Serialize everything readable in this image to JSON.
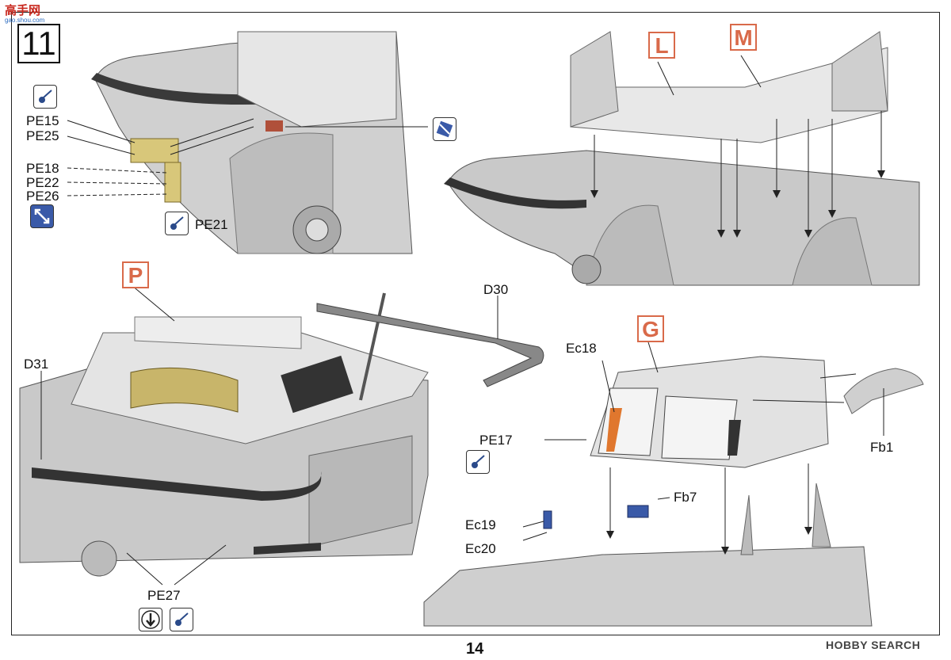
{
  "watermark_top": {
    "text": "高手网",
    "sub": "gao.shou.com"
  },
  "step_number": "11",
  "page_number": "14",
  "watermark_bottom": "HOBBY SEARCH",
  "assembly_tags": {
    "L": "L",
    "M": "M",
    "P": "P",
    "G": "G"
  },
  "parts": {
    "PE15": "PE15",
    "PE25": "PE25",
    "PE18": "PE18",
    "PE22": "PE22",
    "PE26": "PE26",
    "PE21": "PE21",
    "D30": "D30",
    "D31": "D31",
    "PE27": "PE27",
    "Ec18": "Ec18",
    "PE17": "PE17",
    "Ec19": "Ec19",
    "Ec20": "Ec20",
    "Fb7": "Fb7",
    "Fb1": "Fb1"
  },
  "icons": [
    "glue-icon",
    "paint-icon",
    "bend-icon",
    "glue-icon",
    "glue-icon",
    "bend-down-icon",
    "glue-icon"
  ],
  "colors": {
    "hull": "#c9c9c9",
    "hull_dark": "#9a9a9a",
    "photo_etch": "#d8c77a",
    "tag_red": "#d96a4a",
    "paint_blue": "#3a5aa8"
  }
}
